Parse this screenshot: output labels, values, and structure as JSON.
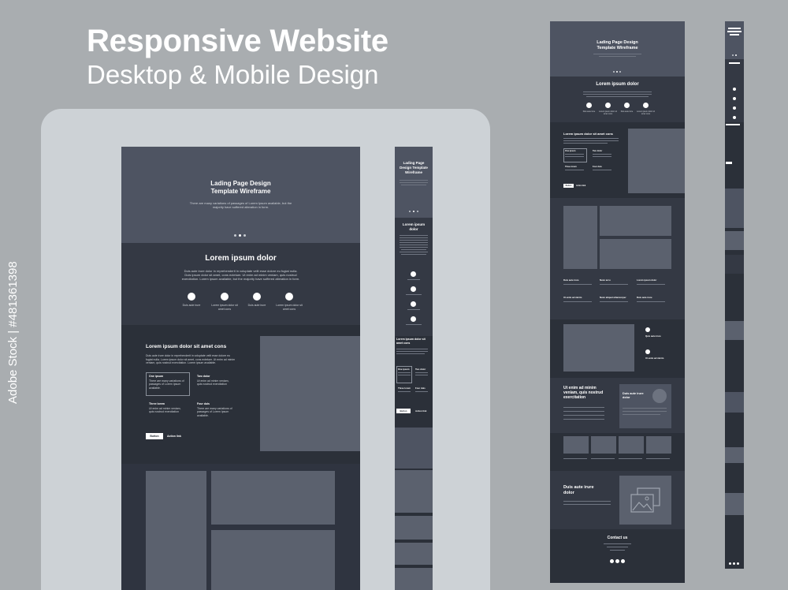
{
  "heading": {
    "title": "Responsive Website",
    "subtitle": "Desktop & Mobile Design"
  },
  "watermark_id": "Adobe Stock | #481361398",
  "desktop": {
    "hero": {
      "title_line1": "Lading Page Design",
      "title_line2": "Template Wireframe",
      "desc_line1": "There are many variations of passages of Lorem Ipsum available, but the",
      "desc_line2": "majority have suffered alteration in form."
    },
    "features": {
      "title": "Lorem ipsum dolor",
      "desc_line1": "Duis aute irure dolor in reprehenderit in voluptate velit esse dolore eu fugiat nulla.",
      "desc_line2": "Duis ipsum dolor sit amet, cons ectetuer. Ut enim ad minim veniam, quis nostrud",
      "desc_line3": "exercitation. Lorem ipsum available, but the majority have suffered alteration in form.",
      "items": [
        {
          "line1": "Duis aute irure",
          "line2": ""
        },
        {
          "line1": "Lorem ipsum dolor sit",
          "line2": "amet cons"
        },
        {
          "line1": "Duis aute irure",
          "line2": ""
        },
        {
          "line1": "Lorem ipsum dolor sit",
          "line2": "amet cons"
        }
      ]
    },
    "content": {
      "title": "Lorem ipsum dolor sit amet cons",
      "desc_line1": "Duis aute irure dolor in reprehenderit in voluptate velit esse dolore eu",
      "desc_line2": "fugiat nulla. Lorem ipsum dolor sit amet, cons ectetuer. Ut enim ad minim",
      "desc_line3": "veniam, quis nostrud exercitation. Lorem ipsum available.",
      "cards": [
        {
          "title": "One ipsum",
          "line1": "There are many variations of",
          "line2": "passages of Lorem Ipsum",
          "line3": "available."
        },
        {
          "title": "Two dolor",
          "line1": "Ut enim ad minim veniam,",
          "line2": "quis nostrud exercitation",
          "line3": ""
        },
        {
          "title": "Three lorem",
          "line1": "Ut enim ad minim veniam,",
          "line2": "quis nostrud exercitation",
          "line3": ""
        },
        {
          "title": "Four duis",
          "line1": "There are many variations of",
          "line2": "passages of Lorem Ipsum",
          "line3": "available."
        }
      ],
      "button_label": "Button",
      "action_link": "Action link"
    }
  },
  "mobile": {
    "hero_line1": "Lading Page",
    "hero_line2": "Design Template",
    "hero_line3": "Wireframe",
    "features_title_1": "Lorem ipsum",
    "features_title_2": "dolor",
    "content_title_1": "Lorem ipsum dolor sit",
    "content_title_2": "amet cons",
    "card_titles": [
      "One ipsum",
      "Two dolor",
      "Three lorem",
      "Four duis"
    ],
    "button_label": "Button",
    "action_link": "Action link"
  },
  "tall": {
    "hero_line1": "Lading Page Design",
    "hero_line2": "Template Wireframe",
    "features_title": "Lorem ipsum dolor",
    "feature_labels": [
      "Duis aute irure",
      "Lorem ipsum dolor sit amet cons",
      "Duis aute irure",
      "Lorem ipsum dolor sit amet cons"
    ],
    "content_title": "Lorem ipsum dolor sit amet cons",
    "card_titles": [
      "One ipsum",
      "Two dolor",
      "Three lorem",
      "Four duis"
    ],
    "button_label": "Button",
    "action_link": "Action link",
    "grid_titles": [
      "Duis aute irure",
      "Nunc arcu",
      "Lorem ipsum dolor",
      "Ut enim ad minim",
      "Nunc aliquet ullamcorper",
      "Duis aute irure"
    ],
    "list_titles": [
      "Quis aute irure",
      "Ut enim ad minim"
    ],
    "cta_title_1": "Ut enim ad minim",
    "cta_title_2": "veniam, quis nostrud",
    "cta_title_3": "exercitation",
    "card2_title_1": "Duis aute irure",
    "card2_title_2": "dolor",
    "img_title_1": "Duis aute irure",
    "img_title_2": "dolor",
    "contact_title": "Contact us"
  }
}
